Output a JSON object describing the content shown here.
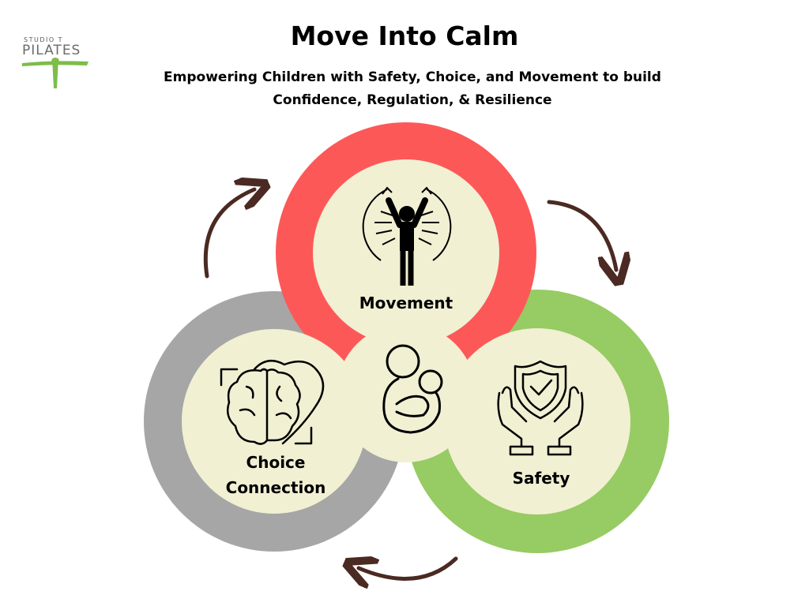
{
  "logo": {
    "line1": "STUDIO T",
    "line2": "PILATES"
  },
  "title": "Move Into Calm",
  "subtitle": "Empowering Children with Safety, Choice, and Movement to build Confidence, Regulation, & Resilience",
  "circles": {
    "movement": {
      "label": "Movement",
      "ring_color": "#fd5858",
      "icon": "person-moving-icon"
    },
    "safety": {
      "label": "Safety",
      "ring_color": "#97cb63",
      "icon": "hands-shield-icon"
    },
    "choice": {
      "label_line1": "Choice",
      "label_line2": "Connection",
      "ring_color": "#a6a6a6",
      "icon": "brain-heart-icon"
    },
    "center": {
      "icon": "parent-child-icon"
    }
  },
  "colors": {
    "fill": "#f1f0d3",
    "arrow": "#4a2a22",
    "logo_green": "#7dbd4a"
  }
}
